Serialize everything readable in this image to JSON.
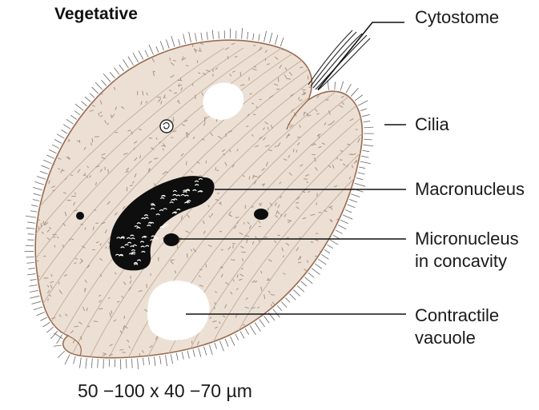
{
  "title": "Vegetative",
  "labels": {
    "cytostome": "Cytostome",
    "cilia": "Cilia",
    "macronucleus": "Macronucleus",
    "micronucleus_line1": "Micronucleus",
    "micronucleus_line2": "in concavity",
    "vacuole_line1": "Contractile",
    "vacuole_line2": "vacuole"
  },
  "scale": "50 −100 x 40 −70 µm",
  "colors": {
    "cytoplasm": "#ece0d4",
    "outline": "#9a6a50",
    "stipple": "#a89282",
    "striation": "#c4b0a0",
    "nucleus": "#0e0e0e",
    "leader": "#111111"
  }
}
